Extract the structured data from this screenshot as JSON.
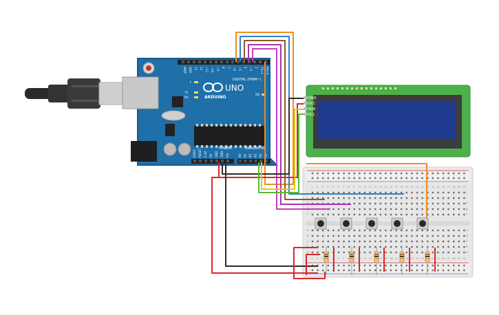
{
  "arduino": {
    "brand": "UNO",
    "wordmark": "ARDUINO",
    "digital_label": "DIGITAL (PWM~)",
    "power_label": "POWER",
    "analog_label": "ANALOG IN",
    "led_l": "L",
    "led_tx": "TX",
    "led_rx": "RX",
    "on_label": "ON",
    "digital_pins": [
      "AREF",
      "GND",
      "13",
      "12",
      "~11",
      "~10",
      "~9",
      "8",
      "7",
      "~6",
      "~5",
      "4",
      "~3",
      "2",
      "TX→1",
      "RX←0"
    ],
    "power_pins": [
      "IOREF",
      "RESET",
      "3.3V",
      "5V",
      "GND",
      "GND",
      "Vin"
    ],
    "analog_pins": [
      "A0",
      "A1",
      "A2",
      "A3",
      "A4",
      "A5"
    ]
  },
  "lcd": {
    "pins": [
      "GND",
      "VCC",
      "SDA",
      "SCL"
    ]
  },
  "breadboard": {
    "column_numbers": [
      "1",
      "2",
      "3",
      "4",
      "5",
      "6",
      "7",
      "8",
      "9",
      "10",
      "11",
      "12",
      "13",
      "14",
      "15",
      "16",
      "17",
      "18",
      "19",
      "20",
      "21",
      "22",
      "23",
      "24",
      "25",
      "26",
      "27",
      "28",
      "29",
      "30"
    ],
    "row_letters_top": [
      "j",
      "i",
      "h",
      "g",
      "f"
    ],
    "row_letters_bottom": [
      "e",
      "d",
      "c",
      "b",
      "a"
    ],
    "buttons": 5,
    "resistors": 5
  },
  "colors": {
    "board": "#1f6fa8",
    "wire_orange": "#f08c1e",
    "wire_blue": "#2f7fc7",
    "wire_brown": "#8a5a2b",
    "wire_purple": "#b02fb0",
    "wire_magenta": "#c23fb8",
    "wire_red": "#d9262a",
    "wire_black": "#2b2b2b",
    "wire_yellow": "#e6c21a",
    "wire_green": "#5cb82e",
    "lcd_pcb": "#4db04a",
    "lcd_screen": "#1f3a8f"
  }
}
